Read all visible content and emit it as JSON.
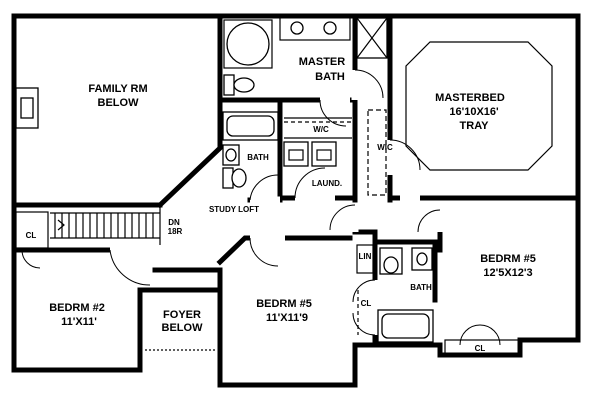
{
  "rooms": {
    "family_name": "FAMILY RM",
    "family_sub": "BELOW",
    "master_bath_1": "MASTER",
    "master_bath_2": "BATH",
    "master_bed_name": "MASTERBED",
    "master_bed_dim": "16'10X16'",
    "master_bed_sub": "TRAY",
    "wic_left": "W/C",
    "wic_right": "WIC",
    "bath_mid": "BATH",
    "laundry": "LAUND.",
    "study_loft": "STUDY LOFT",
    "stair_dn": "DN",
    "stair_risers": "18R",
    "closet_left": "CL",
    "bedroom2_name": "BEDRM #2",
    "bedroom2_dim": "11'X11'",
    "foyer_name": "FOYER",
    "foyer_sub": "BELOW",
    "bedroom5_mid_name": "BEDRM #5",
    "bedroom5_mid_dim": "11'X11'9",
    "closet_mid": "CL",
    "linen": "LIN",
    "bath_right": "BATH",
    "bedroom5_right_name": "BEDRM #5",
    "bedroom5_right_dim": "12'5X12'3",
    "closet_right": "CL"
  }
}
